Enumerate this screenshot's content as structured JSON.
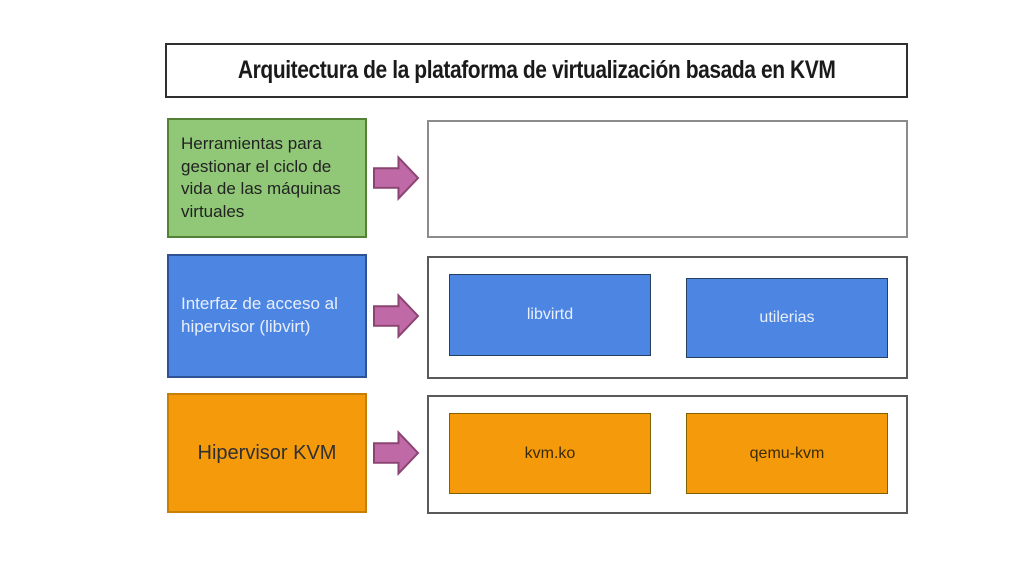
{
  "title": "Arquitectura de la plataforma de virtualización basada en KVM",
  "rows": [
    {
      "id": "herramientas",
      "label": "Herramientas para gestionar el ciclo de vida de las máquinas virtuales",
      "children": []
    },
    {
      "id": "libvirt",
      "label": "Interfaz de acceso al hipervisor (libvirt)",
      "children": [
        "libvirtd",
        "utilerias"
      ]
    },
    {
      "id": "kvm",
      "label": "Hipervisor KVM",
      "children": [
        "kvm.ko",
        "qemu-kvm"
      ]
    }
  ],
  "colors": {
    "green-fill": "#90c878",
    "green-border": "#538135",
    "blue-fill": "#4c86e2",
    "blue-border": "#2e5395",
    "orange-fill": "#f59b0b",
    "orange-border": "#c77f06",
    "arrow-fill": "#bf6aa6",
    "arrow-border": "#8b4372",
    "title-border": "#2f2f2f",
    "container-border-light": "#8c8c8c",
    "container-border-dark": "#595959",
    "canvas-bg": "#ffffff"
  }
}
